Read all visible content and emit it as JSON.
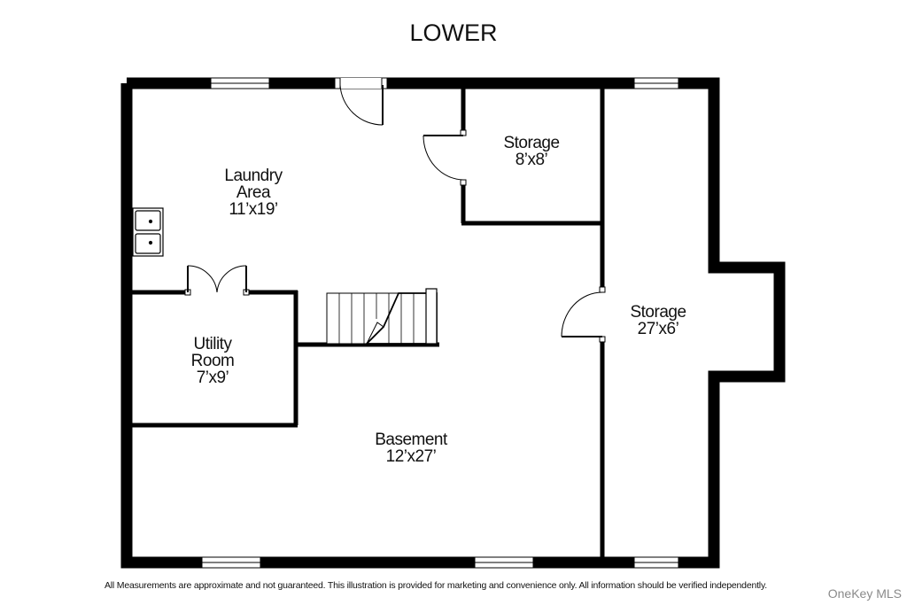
{
  "title": "LOWER",
  "rooms": {
    "laundry": {
      "name_line1": "Laundry",
      "name_line2": "Area",
      "size": "11’x19’"
    },
    "storage_small": {
      "name": "Storage",
      "size": "8’x8’"
    },
    "storage_large": {
      "name": "Storage",
      "size": "27’x6’"
    },
    "utility": {
      "name_line1": "Utility",
      "name_line2": "Room",
      "size": "7’x9’"
    },
    "basement": {
      "name": "Basement",
      "size": "12’x27’"
    }
  },
  "disclaimer": "All Measurements are approximate and not guaranteed.  This illustration is provided for marketing and convenience only.  All information should be verified independently.",
  "watermark": "OneKey MLS"
}
